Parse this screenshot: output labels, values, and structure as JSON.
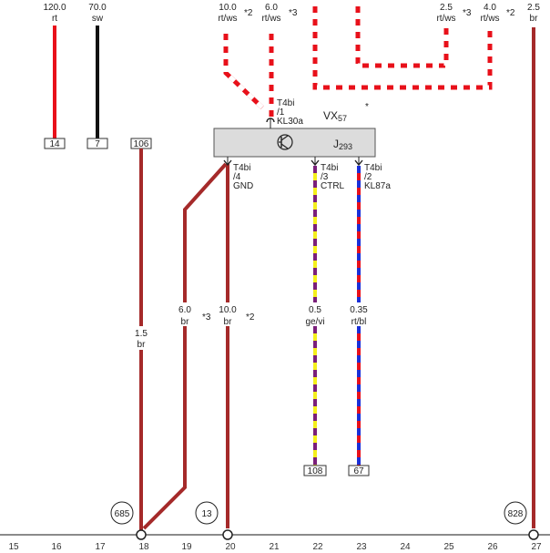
{
  "colors": {
    "rt": "#e8101a",
    "ws": "#ffffff",
    "sw": "#111111",
    "br": "#a52a2a",
    "ge": "#f4ef1c",
    "vi": "#7a1f7a",
    "bl": "#1a2fd8",
    "module_fill": "#dcdcdc",
    "module_stroke": "#555555",
    "ground_line": "#444444"
  },
  "top_wires": [
    {
      "id": "w16",
      "gauge": "120.0",
      "color_code": "rt"
    },
    {
      "id": "w17",
      "gauge": "70.0",
      "color_code": "sw"
    },
    {
      "id": "w20top",
      "gauge": "10.0",
      "color_code": "rt/ws",
      "note": "*2"
    },
    {
      "id": "w21top",
      "gauge": "6.0",
      "color_code": "rt/ws",
      "note": "*3"
    },
    {
      "id": "w25top",
      "gauge": "2.5",
      "color_code": "rt/ws",
      "note": "*3"
    },
    {
      "id": "w26top",
      "gauge": "4.0",
      "color_code": "rt/ws",
      "note": "*2"
    },
    {
      "id": "w27",
      "gauge": "2.5",
      "color_code": "br"
    }
  ],
  "connectors": [
    "14",
    "7",
    "106",
    "108",
    "67"
  ],
  "module": {
    "name": "VX",
    "name_sub": "57",
    "asterisk": "*",
    "component": "J",
    "component_sub": "293"
  },
  "pins": {
    "top": {
      "line1": "T4bi",
      "line2": "/1",
      "line3": "KL30a"
    },
    "gnd": {
      "line1": "T4bi",
      "line2": "/4",
      "line3": "GND"
    },
    "ctrl": {
      "line1": "T4bi",
      "line2": "/3",
      "line3": "CTRL"
    },
    "kl87": {
      "line1": "T4bi",
      "line2": "/2",
      "line3": "KL87a"
    }
  },
  "lower_wires": [
    {
      "id": "w18",
      "gauge": "1.5",
      "color_code": "br",
      "note": ""
    },
    {
      "id": "w19",
      "gauge": "6.0",
      "color_code": "br",
      "note": "*3"
    },
    {
      "id": "w20",
      "gauge": "10.0",
      "color_code": "br",
      "note": "*2"
    },
    {
      "id": "w22",
      "gauge": "0.5",
      "color_code": "ge/vi",
      "note": ""
    },
    {
      "id": "w23",
      "gauge": "0.35",
      "color_code": "rt/bl",
      "note": ""
    }
  ],
  "grounds": [
    "685",
    "13",
    "828"
  ],
  "columns": [
    "15",
    "16",
    "17",
    "18",
    "19",
    "20",
    "21",
    "22",
    "23",
    "24",
    "25",
    "26",
    "27"
  ]
}
